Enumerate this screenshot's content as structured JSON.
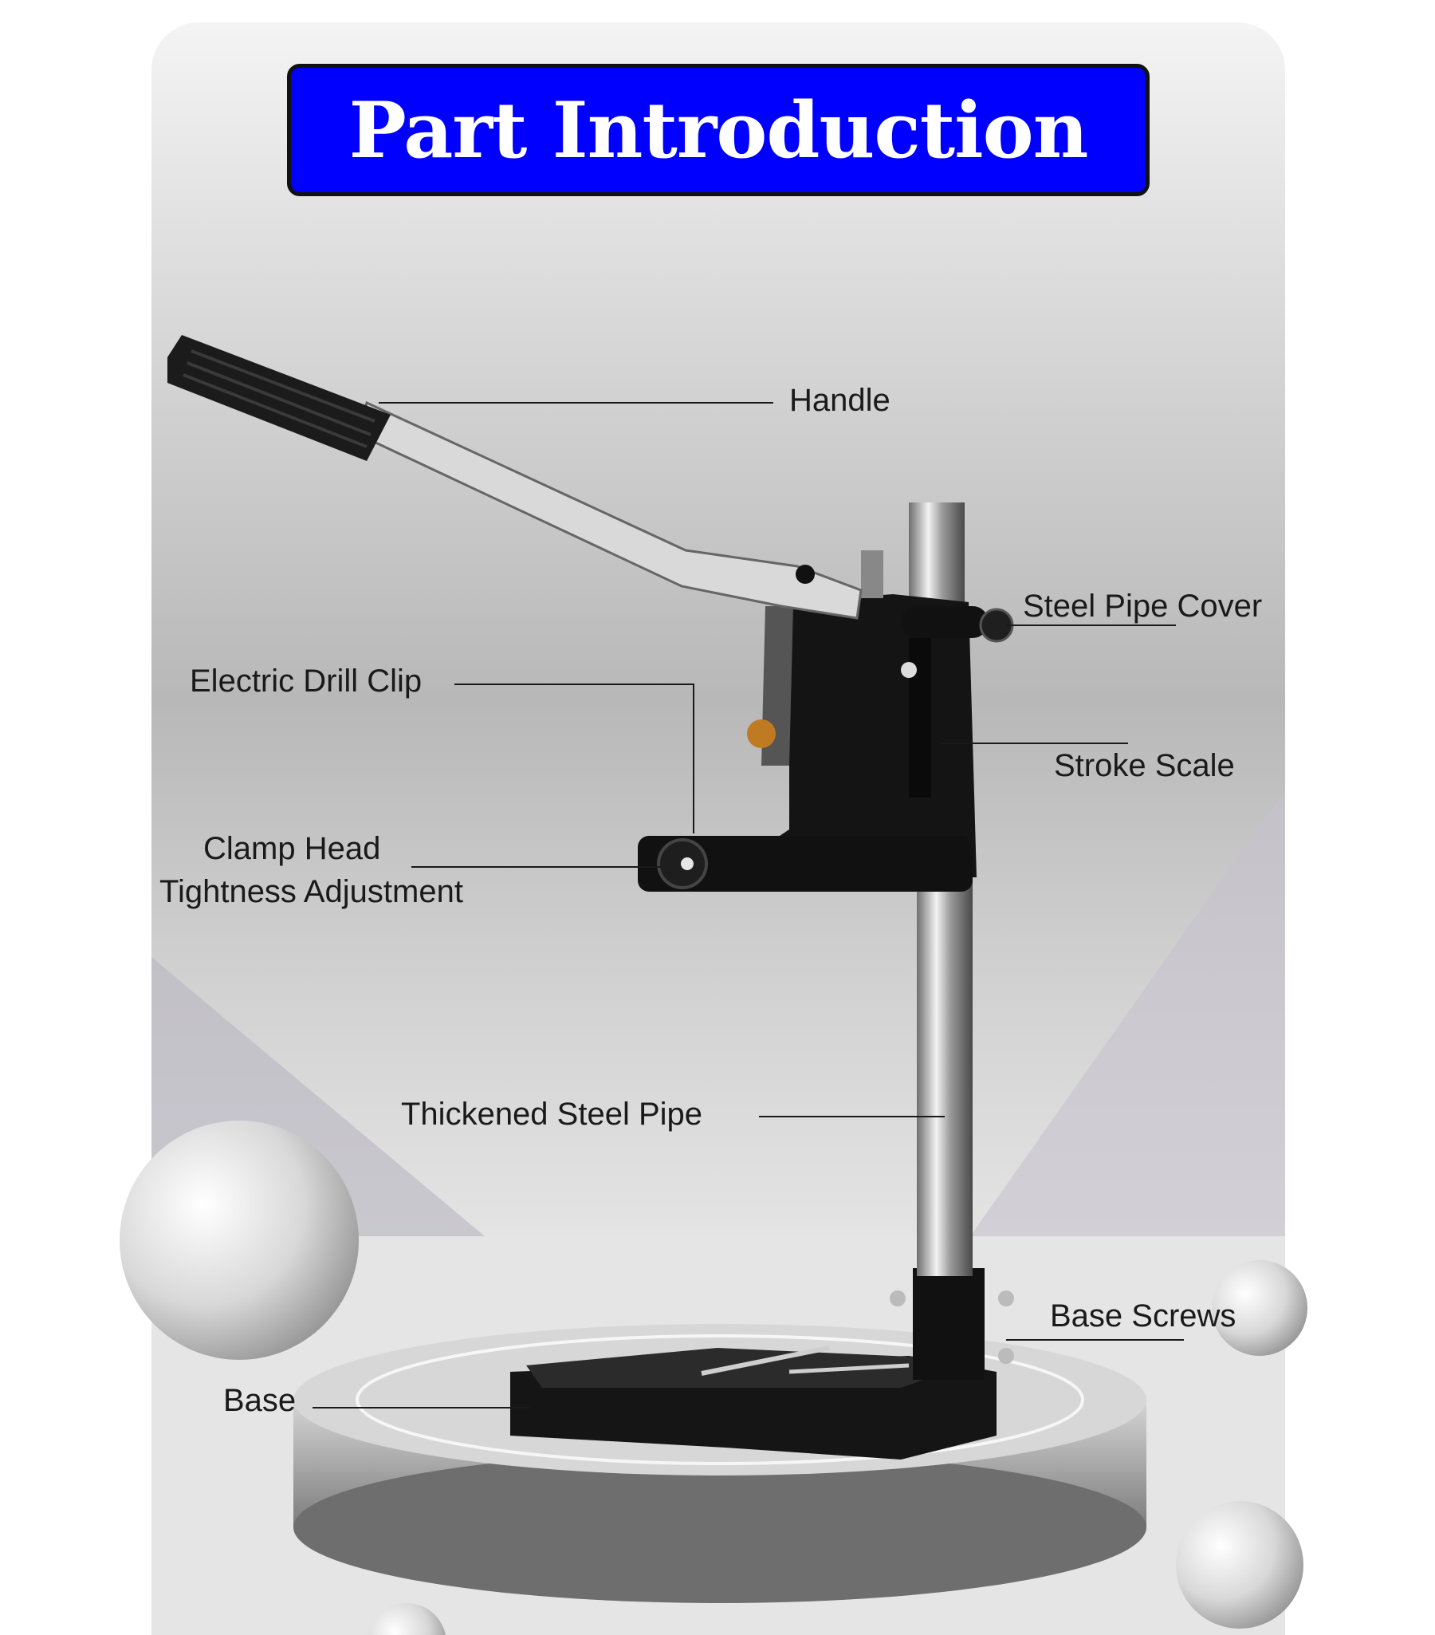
{
  "title": "Part Introduction",
  "labels": {
    "handle": "Handle",
    "steel_pipe_cover": "Steel Pipe Cover",
    "electric_drill_clip": "Electric Drill Clip",
    "stroke_scale": "Stroke Scale",
    "clamp_head_line1": "Clamp Head",
    "clamp_head_line2": "Tightness Adjustment",
    "thickened_steel_pipe": "Thickened Steel Pipe",
    "base_screws": "Base Screws",
    "base": "Base"
  },
  "colors": {
    "title_background": "#0000ff",
    "title_text": "#ffffff",
    "label_text": "#1a1a1a",
    "metal_black": "#111111",
    "chrome": "#c9c9c9"
  }
}
